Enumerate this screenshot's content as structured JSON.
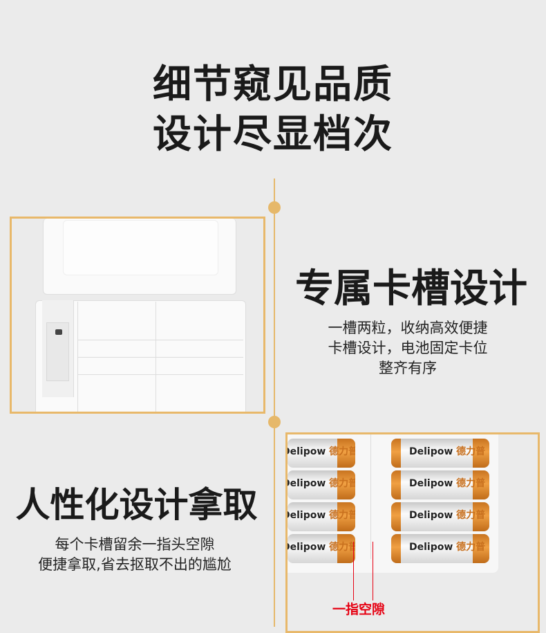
{
  "headline": {
    "line1": "细节窥见品质",
    "line2": "设计尽显档次"
  },
  "section1": {
    "title": "专属卡槽设计",
    "lines": [
      "一槽两粒，收纳高效便捷",
      "卡槽设计，电池固定卡位",
      "整齐有序"
    ]
  },
  "section2": {
    "title": "人性化设计拿取",
    "lines": [
      "每个卡槽留余一指头空隙",
      "便捷拿取,省去抠取不出的尴尬"
    ],
    "callout": "一指空隙"
  },
  "battery": {
    "brand_en": "Delipow",
    "brand_cn": "德力普"
  },
  "colors": {
    "background": "#ebebeb",
    "accent": "#e8b86a",
    "callout": "#e60012",
    "battery_orange": "#f0a043"
  }
}
